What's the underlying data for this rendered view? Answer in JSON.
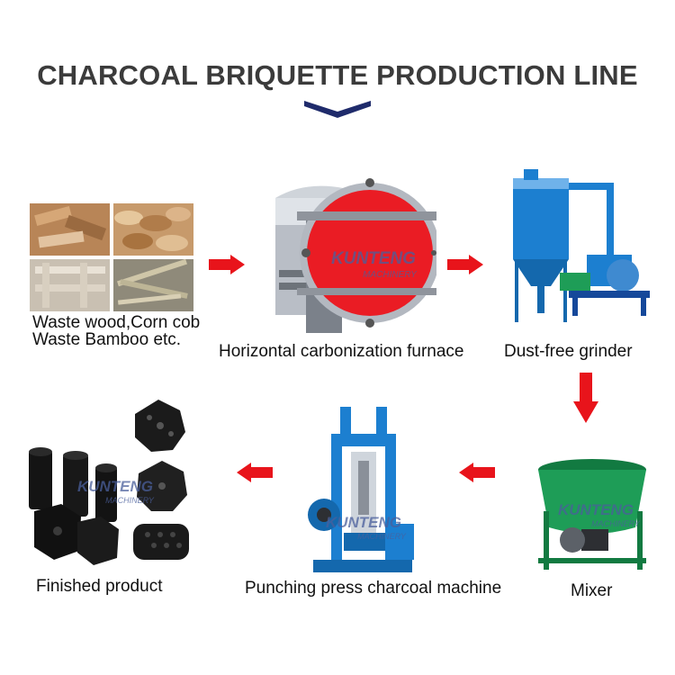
{
  "title": "CHARCOAL BRIQUETTE PRODUCTION LINE",
  "steps": [
    {
      "label_line1": "Waste wood,Corn cob",
      "label_line2": "Waste Bamboo etc."
    },
    {
      "label": "Horizontal carbonization furnace"
    },
    {
      "label": "Dust-free grinder"
    },
    {
      "label": "Mixer"
    },
    {
      "label": "Punching press charcoal machine"
    },
    {
      "label": "Finished product"
    }
  ],
  "watermark": {
    "brand": "KUNTENG",
    "sub": "MACHINERY"
  },
  "colors": {
    "arrow": "#e8141b",
    "chevron": "#1f2b6b",
    "title": "#3b3b3b",
    "furnace_door": "#ea1c24",
    "machine_blue": "#1c7fd0",
    "mixer_green": "#1e9d57"
  }
}
